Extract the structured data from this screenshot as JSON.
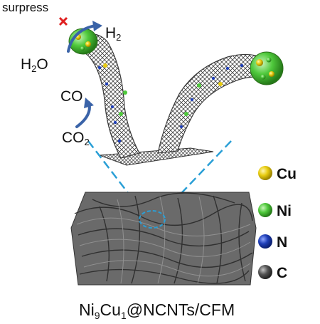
{
  "labels": {
    "suppress": "surpress",
    "h2_main": "H",
    "h2_sub": "2",
    "h2o_main": "H",
    "h2o_sub": "2",
    "h2o_tail": "O",
    "co": "CO",
    "co2_main": "CO",
    "co2_sub": "2"
  },
  "legend": {
    "items": [
      {
        "label": "Cu",
        "color": "#e8cc10"
      },
      {
        "label": "Ni",
        "color": "#4fc93c"
      },
      {
        "label": "N",
        "color": "#1f3fb8"
      },
      {
        "label": "C",
        "color": "#555555"
      }
    ]
  },
  "caption": {
    "p1": "Ni",
    "s1": "9",
    "p2": "Cu",
    "s2": "1",
    "p3": "@NCNTs/CFM"
  },
  "colors": {
    "arrow": "#3a63a8",
    "cross": "#e02020",
    "dashed": "#2a9fd6",
    "nanotube": "#3a3a3a"
  }
}
